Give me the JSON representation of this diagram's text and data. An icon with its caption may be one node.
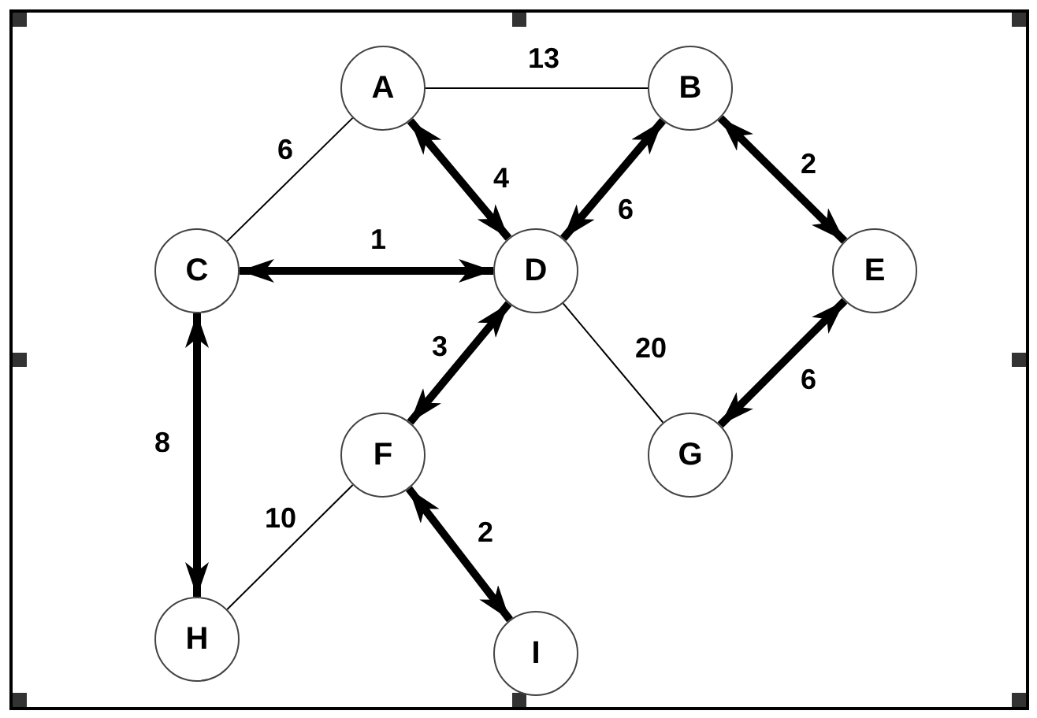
{
  "diagram": {
    "nodes": [
      {
        "text": [
          "A"
        ]
      },
      {
        "text": [
          "B"
        ]
      },
      {
        "text": [
          "C"
        ]
      },
      {
        "text": [
          "D"
        ]
      },
      {
        "text": [
          "E"
        ]
      },
      {
        "text": [
          "F"
        ]
      },
      {
        "text": [
          "G"
        ]
      },
      {
        "text": [
          "H"
        ]
      },
      {
        "text": [
          "I"
        ]
      }
    ],
    "edges": [
      {
        "from": 0,
        "to": 1,
        "arrow": "none",
        "label": "13"
      },
      {
        "from": 0,
        "to": 2,
        "arrow": "none",
        "label": "6"
      },
      {
        "from": 0,
        "to": 3,
        "arrow": "both",
        "label": "4"
      },
      {
        "from": 1,
        "to": 3,
        "arrow": "both",
        "label": "6"
      },
      {
        "from": 1,
        "to": 4,
        "arrow": "both",
        "label": "2"
      },
      {
        "from": 2,
        "to": 3,
        "arrow": "both",
        "label": "1"
      },
      {
        "from": 3,
        "to": 6,
        "arrow": "none",
        "label": "20"
      },
      {
        "from": 3,
        "to": 5,
        "arrow": "both",
        "label": "3"
      },
      {
        "from": 4,
        "to": 6,
        "arrow": "both",
        "label": "6"
      },
      {
        "from": 2,
        "to": 7,
        "arrow": "both",
        "label": "8"
      },
      {
        "from": 5,
        "to": 7,
        "arrow": "none",
        "label": "10"
      },
      {
        "from": 5,
        "to": 8,
        "arrow": "both",
        "label": "2"
      }
    ]
  }
}
